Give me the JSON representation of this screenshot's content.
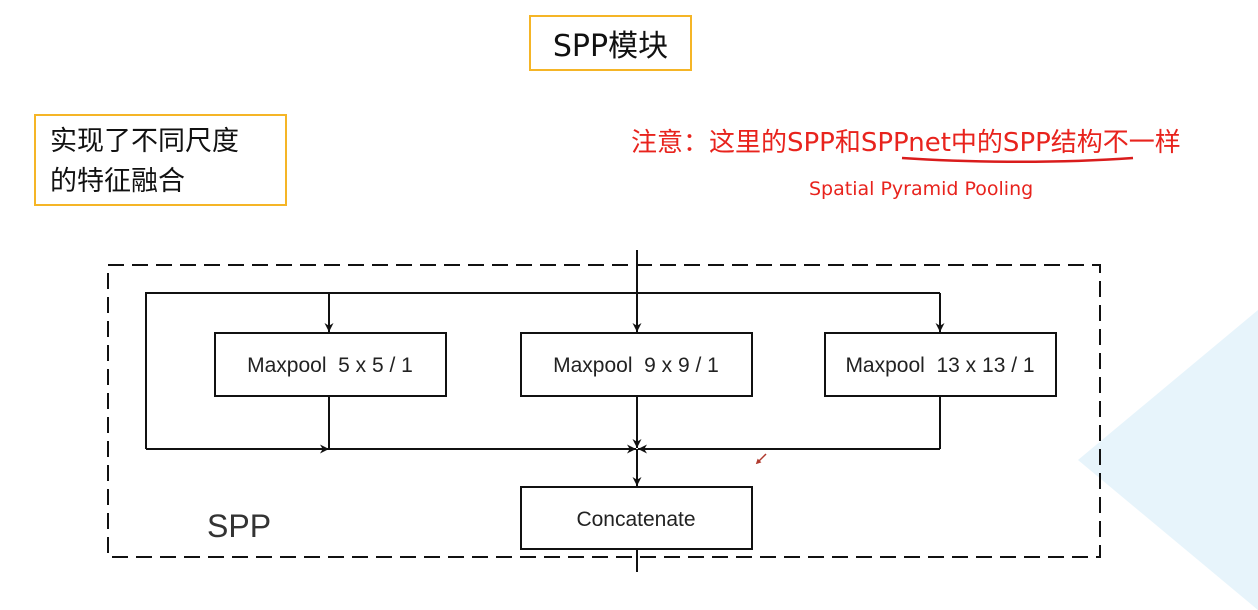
{
  "title": "SPP模块",
  "note": {
    "line1": "实现了不同尺度",
    "line2": "的特征融合"
  },
  "warning": "注意：这里的SPP和SPPnet中的SPP结构不一样",
  "subtitle": "Spatial Pyramid Pooling",
  "diagram": {
    "block_label": "SPP",
    "maxpool_5": "Maxpool  5 x 5 / 1",
    "maxpool_9": "Maxpool  9 x 9 / 1",
    "maxpool_13": "Maxpool  13 x 13 / 1",
    "concat": "Concatenate"
  },
  "colors": {
    "accent_border": "#f5b526",
    "warning_text": "#e8231d",
    "underline": "#d91c1c"
  }
}
